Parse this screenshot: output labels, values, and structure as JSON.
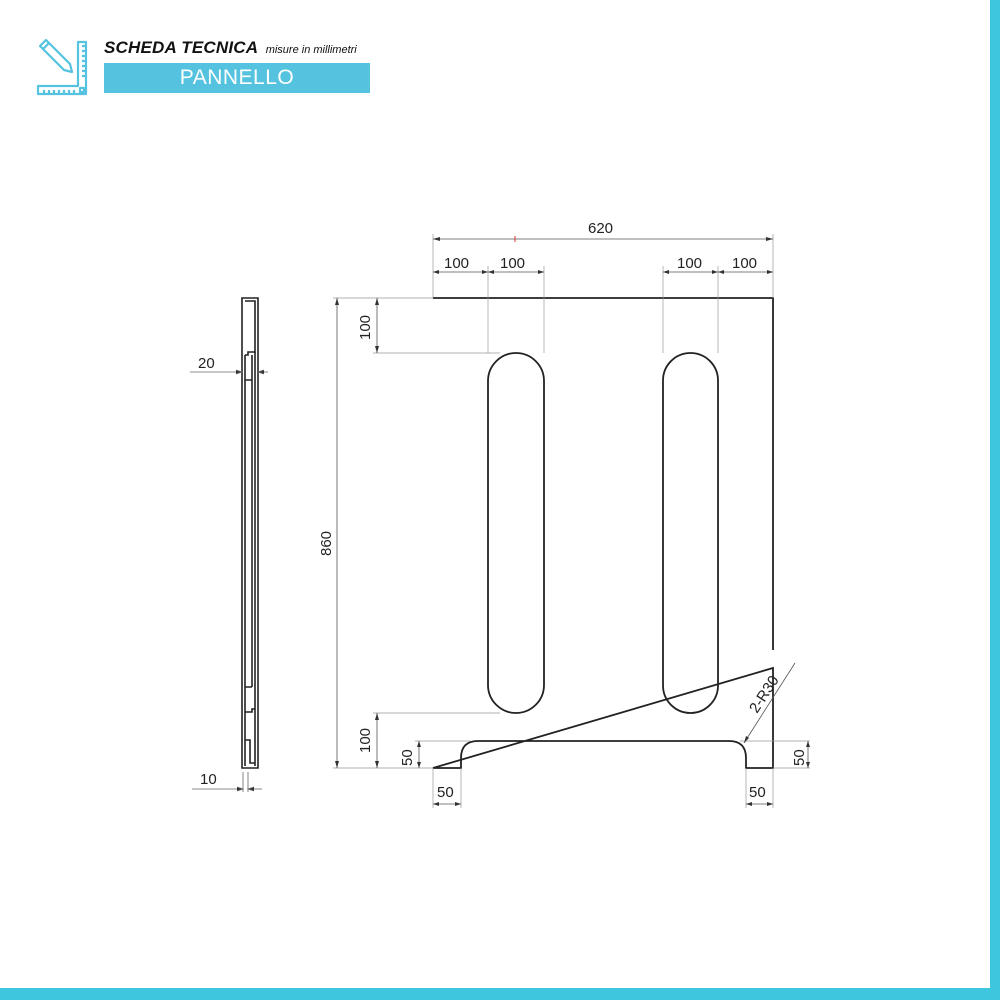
{
  "header": {
    "title": "SCHEDA TECNICA",
    "subtitle": "misure in millimetri",
    "banner": "PANNELLO",
    "icon": "ruler-pencil-icon",
    "accent_color": "#55c3df",
    "frame_color": "#3ec6de"
  },
  "side_view": {
    "thickness_label": "20",
    "bottom_label": "10"
  },
  "front_view": {
    "overall_width": "620",
    "overall_height": "860",
    "top_offsets": [
      "100",
      "100",
      "100",
      "100"
    ],
    "slot_top_offset": "100",
    "slot_bottom_offset": "100",
    "cutout_left_height": "50",
    "cutout_right_height": "50",
    "cutout_left_inset": "50",
    "cutout_right_inset": "50",
    "radius_note": "2-R30"
  }
}
